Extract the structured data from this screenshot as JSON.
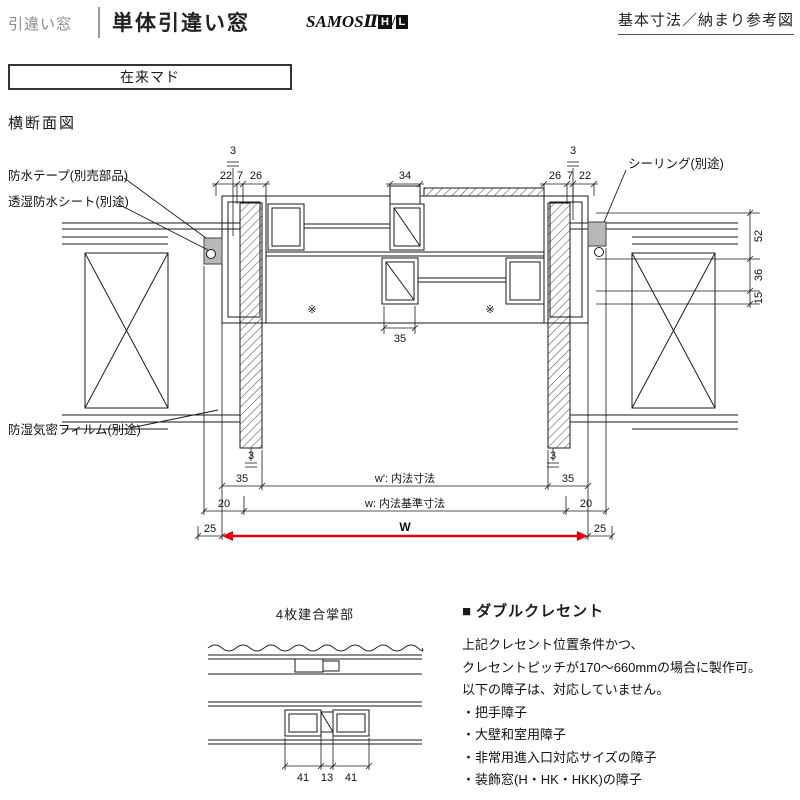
{
  "header": {
    "category": "引違い窓",
    "title": "単体引違い窓",
    "brand": "SAMOSⅡ",
    "brand_h": "H",
    "brand_sep": "/",
    "brand_l": "L",
    "corner_note": "基本寸法／納まり参考図"
  },
  "tab": {
    "label": "在来マド"
  },
  "section_title": "横断面図",
  "drawing": {
    "labels": {
      "waterproof_tape": "防水テープ(別売部品)",
      "breathable_sheet": "透湿防水シート(別途)",
      "vapor_film": "防湿気密フィルム(別途)",
      "sealing": "シーリング(別途)",
      "ref_mark_left": "※",
      "ref_mark_right": "※"
    },
    "dims": {
      "gap_top_left": "3",
      "left_22": "22",
      "left_7": "7",
      "left_26": "26",
      "center_34": "34",
      "right_26": "26",
      "right_7": "7",
      "right_22": "22",
      "gap_top_right": "3",
      "depth_52": "52",
      "depth_36": "36",
      "depth_15": "15",
      "overlap_35": "35",
      "gap_bottom_left": "3",
      "gap_bottom_right": "3",
      "bottom_35_left": "35",
      "bottom_35_right": "35",
      "bottom_20_left": "20",
      "bottom_20_right": "20",
      "w_inner_label": "w': 内法寸法",
      "w_base_label": "w: 内法基準寸法",
      "edge_25_left": "25",
      "edge_25_right": "25",
      "overall_w": "W"
    },
    "accent_red": "#e60012"
  },
  "detail": {
    "title": "4枚建合掌部",
    "dim_41_left": "41",
    "dim_13": "13",
    "dim_41_right": "41"
  },
  "crescent": {
    "bullet": "■",
    "title": "ダブルクレセント",
    "lines": [
      "上記クレセント位置条件かつ、",
      "クレセントピッチが170～660mmの場合に製作可。",
      "以下の障子は、対応していません。",
      "・把手障子",
      "・大壁和室用障子",
      "・非常用進入口対応サイズの障子",
      "・装飾窓(H・HK・HKK)の障子"
    ]
  }
}
